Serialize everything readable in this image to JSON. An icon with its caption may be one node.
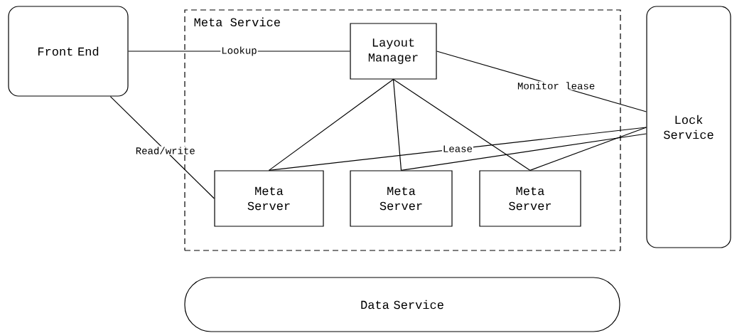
{
  "diagram": {
    "nodes": [
      {
        "text": [
          "Front End"
        ]
      },
      {
        "text": [
          "Meta Service"
        ]
      },
      {
        "text": [
          "Layout Manager"
        ],
        "in": 1
      },
      {
        "text": [
          "Meta Server"
        ],
        "in": 1
      },
      {
        "text": [
          "Meta Server"
        ],
        "in": 1
      },
      {
        "text": [
          "Meta Server"
        ],
        "in": 1
      },
      {
        "text": [
          "Lock Service"
        ]
      },
      {
        "text": [
          "Data Service"
        ]
      }
    ],
    "edges": [
      {
        "from": 0,
        "to": 2,
        "arrow": "none",
        "label": "Lookup"
      },
      {
        "from": 0,
        "to": 3,
        "arrow": "none",
        "label": "Read/write"
      },
      {
        "from": 2,
        "to": 3,
        "arrow": "none"
      },
      {
        "from": 2,
        "to": 4,
        "arrow": "none"
      },
      {
        "from": 2,
        "to": 5,
        "arrow": "none"
      },
      {
        "from": 2,
        "to": 6,
        "arrow": "none",
        "label": "Monitor lease"
      },
      {
        "from": 3,
        "to": 6,
        "arrow": "none",
        "label": "Lease"
      },
      {
        "from": 4,
        "to": 6,
        "arrow": "none"
      },
      {
        "from": 5,
        "to": 6,
        "arrow": "none"
      }
    ]
  }
}
